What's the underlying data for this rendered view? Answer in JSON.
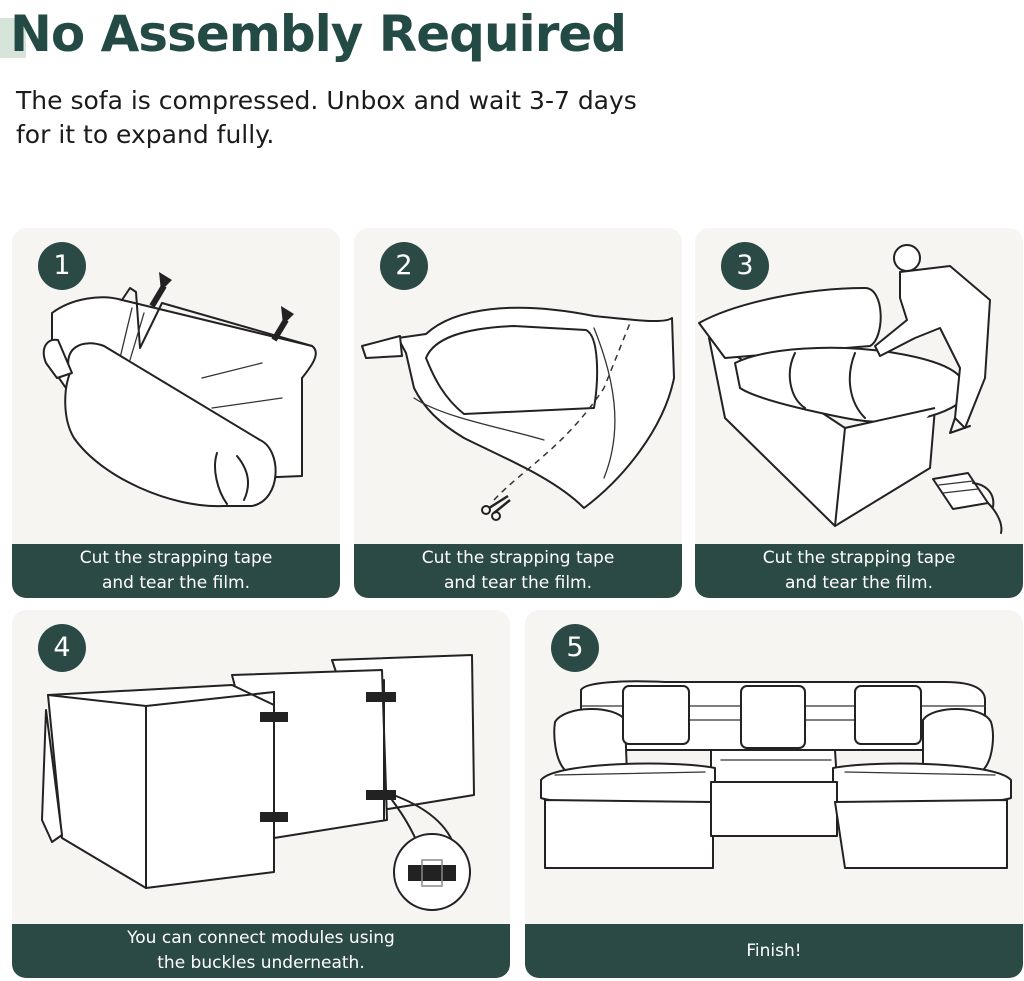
{
  "header": {
    "title": "No Assembly Required",
    "subtitle_line1": "The sofa is compressed. Unbox and wait 3-7 days",
    "subtitle_line2": "for it to expand fully."
  },
  "steps": [
    {
      "number": "1",
      "caption_line1": "Cut the strapping tape",
      "caption_line2": "and tear the film."
    },
    {
      "number": "2",
      "caption_line1": "Cut the strapping tape",
      "caption_line2": "and tear the film."
    },
    {
      "number": "3",
      "caption_line1": "Cut the strapping tape",
      "caption_line2": "and tear the film."
    },
    {
      "number": "4",
      "caption_line1": "You can connect modules using",
      "caption_line2": "the buckles underneath."
    },
    {
      "number": "5",
      "caption_line1": "Finish!",
      "caption_line2": ""
    }
  ],
  "colors": {
    "brand_dark_green": "#2b4a46",
    "title_green": "#234a44",
    "card_background": "#f6f5f2"
  },
  "icons": [
    "arrow-up-icon",
    "scissors-icon",
    "steamer-icon",
    "buckle-icon"
  ]
}
